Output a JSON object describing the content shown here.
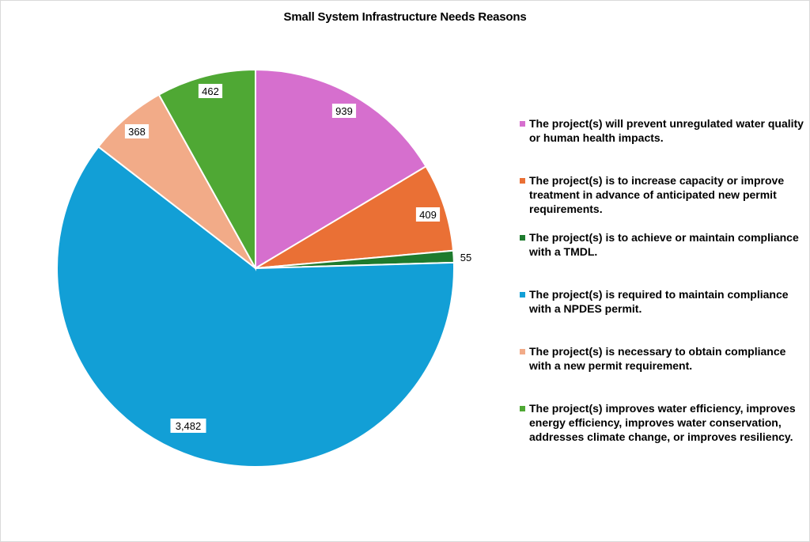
{
  "chart_data": {
    "type": "pie",
    "title": "Small System Infrastructure Needs Reasons",
    "legend_position": "right",
    "labels": [
      "The project(s) will prevent unregulated water quality or human health impacts.",
      "The project(s) is to increase capacity or improve treatment in advance of anticipated new permit requirements.",
      "The project(s) is to achieve or maintain compliance with a TMDL.",
      "The project(s) is required to maintain compliance with a NPDES permit.",
      "The project(s) is necessary to obtain compliance with a new permit requirement.",
      "The project(s) improves water efficiency, improves energy efficiency, improves water conservation, addresses climate change, or improves resiliency."
    ],
    "values": [
      939,
      409,
      55,
      3482,
      368,
      462
    ],
    "data_labels": [
      "939",
      "409",
      "55",
      "3,482",
      "368",
      "462"
    ],
    "colors": [
      "#d66fce",
      "#ea7035",
      "#1e7b2e",
      "#129fd6",
      "#f2ab88",
      "#4fa834"
    ]
  }
}
